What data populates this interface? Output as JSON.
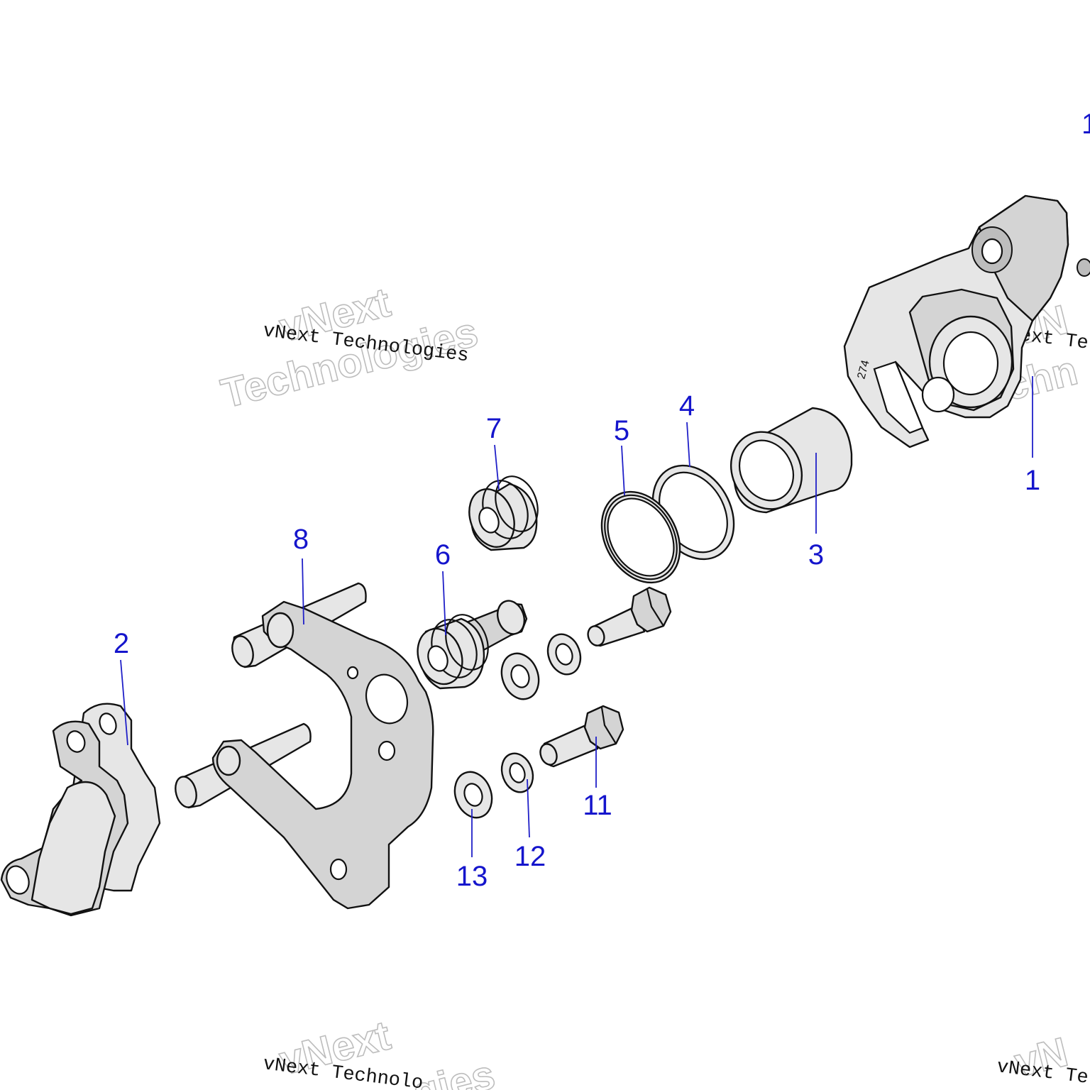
{
  "callouts": [
    {
      "id": "1",
      "label": "1"
    },
    {
      "id": "2",
      "label": "2"
    },
    {
      "id": "3",
      "label": "3"
    },
    {
      "id": "4",
      "label": "4"
    },
    {
      "id": "5",
      "label": "5"
    },
    {
      "id": "6",
      "label": "6"
    },
    {
      "id": "7",
      "label": "7"
    },
    {
      "id": "8",
      "label": "8"
    },
    {
      "id": "11",
      "label": "11"
    },
    {
      "id": "12",
      "label": "12"
    },
    {
      "id": "13",
      "label": "13"
    },
    {
      "id": "top-right-partial",
      "label": "1"
    }
  ],
  "watermark": {
    "line": "vNext Technologies",
    "outline_top": "vNext",
    "outline_bottom": "Technologies",
    "right_line_partial": "vNext Te",
    "right_outline_top_partial": "vN",
    "right_outline_bottom_partial": "Techn",
    "bottom_line_partial": "vNext Technolo",
    "bottom_outline_bottom_partial": "gies",
    "bottom_right_line_partial": "vNext Te",
    "bottom_right_outline_partial": "vN"
  },
  "engraving": {
    "caliper_marking": "274"
  }
}
